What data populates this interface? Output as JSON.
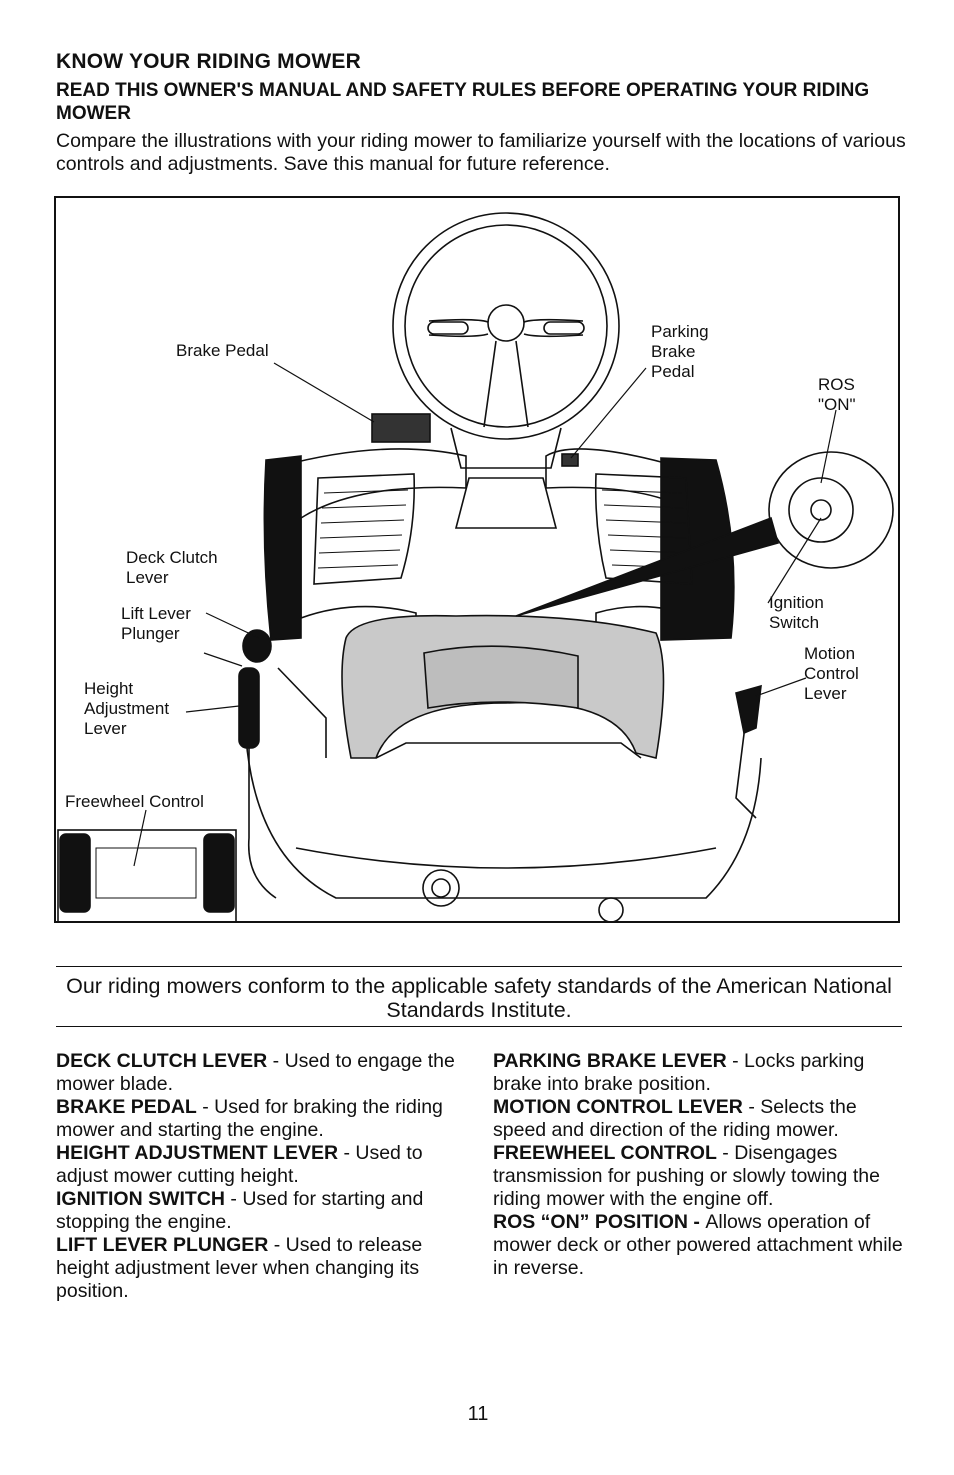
{
  "header": {
    "title": "KNOW YOUR RIDING MOWER",
    "subtitle": "READ THIS OWNER'S MANUAL AND SAFETY RULES BEFORE OPERATING YOUR RIDING MOWER",
    "intro": "Compare the illustrations with your riding mower to familiarize yourself with the locations of various controls and adjustments.  Save this manual for future reference."
  },
  "figure": {
    "labels": {
      "brake_pedal": "Brake Pedal",
      "parking_brake_pedal": "Parking\nBrake\nPedal",
      "ros_on": "ROS\n\"ON\"",
      "deck_clutch_lever": "Deck Clutch\nLever",
      "lift_lever_plunger": "Lift Lever\nPlunger",
      "ignition_switch": "Ignition\nSwitch",
      "motion_control_lever": "Motion\nControl\nLever",
      "height_adjustment_lever": "Height\nAdjustment\nLever",
      "freewheel_control": "Freewheel Control"
    }
  },
  "notice": "Our riding mowers conform to the applicable safety standards of the American National Standards Institute.",
  "definitions": {
    "left": [
      {
        "term": "DECK CLUTCH LEVER",
        "text": " - Used to engage the mower blade."
      },
      {
        "term": "BRAKE PEDAL",
        "text": " - Used for braking the riding mower and starting the engine."
      },
      {
        "term": "HEIGHT ADJUSTMENT LEVER",
        "text": " - Used to adjust mower cutting height."
      },
      {
        "term": "IGNITION SWITCH",
        "text": " - Used for starting and stopping the engine."
      },
      {
        "term": "LIFT LEVER PLUNGER",
        "text": " - Used to release height adjustment lever when changing its position."
      }
    ],
    "right": [
      {
        "term": "PARKING BRAKE LEVER",
        "text": " - Locks parking brake into brake position."
      },
      {
        "term": "MOTION CONTROL LEVER",
        "text": " - Selects the speed and direction of the riding mower."
      },
      {
        "term": "FREEWHEEL CONTROL",
        "text": " - Disengages transmission for pushing or slowly towing the riding mower with the engine off."
      },
      {
        "term": "ROS “ON” POSITION - ",
        "text": "Allows operation of mower deck or other powered attachment while in reverse."
      }
    ]
  },
  "page_number": "11"
}
